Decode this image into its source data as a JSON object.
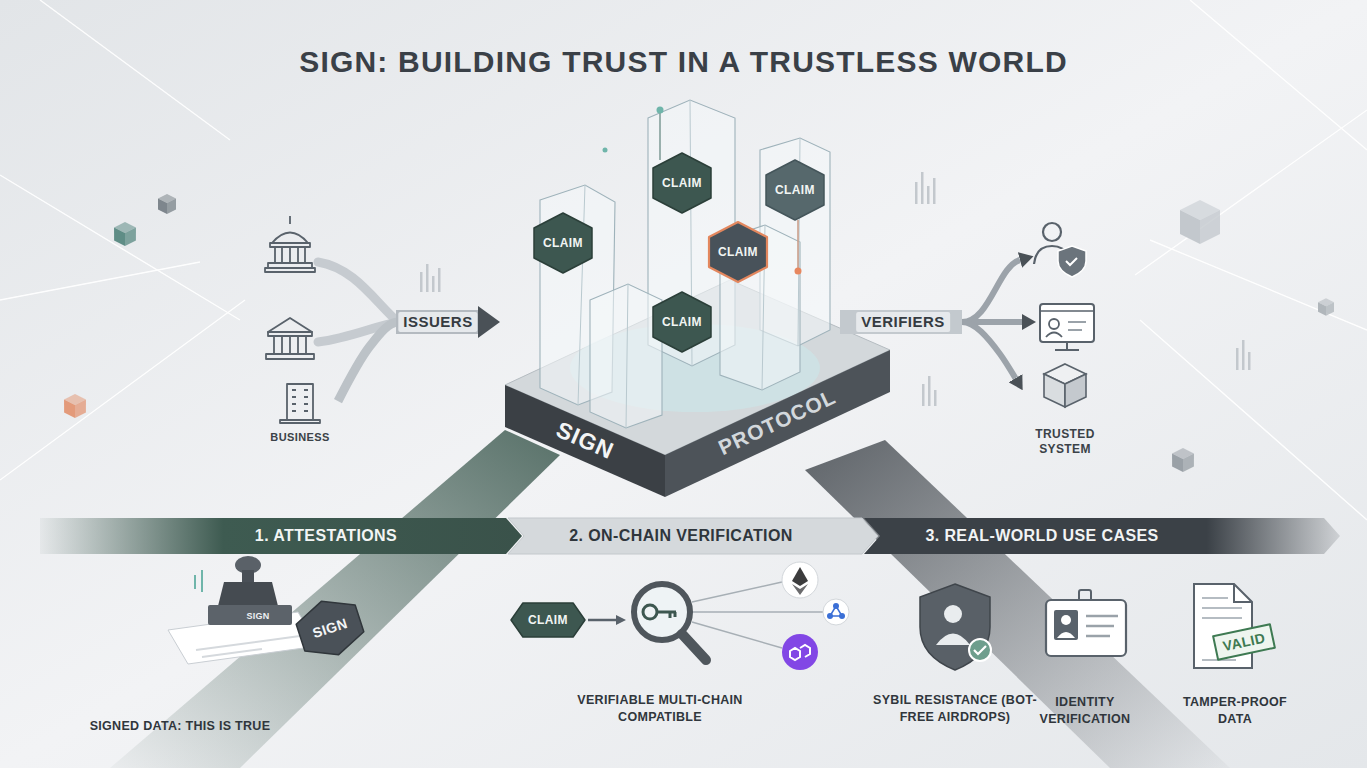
{
  "diagram": {
    "title": "SIGN: BUILDING TRUST IN A TRUSTLESS WORLD",
    "nodes": [
      {
        "text": [
          "BUSINESS"
        ]
      },
      {
        "text": [
          "SIGN",
          "PROTOCOL"
        ]
      },
      {
        "text": [
          "CLAIM"
        ],
        "in": 1
      },
      {
        "text": [
          "CLAIM"
        ],
        "in": 1
      },
      {
        "text": [
          "CLAIM"
        ],
        "in": 1
      },
      {
        "text": [
          "CLAIM"
        ],
        "in": 1
      },
      {
        "text": [
          "CLAIM"
        ],
        "in": 1
      },
      {
        "text": [
          "TRUSTED SYSTEM"
        ]
      },
      {
        "text": [
          "1. ATTESTATIONS"
        ]
      },
      {
        "text": [
          "2. ON-CHAIN VERIFICATION"
        ]
      },
      {
        "text": [
          "3. REAL-WORLD USE CASES"
        ]
      },
      {
        "text": [
          "SIGN"
        ]
      },
      {
        "text": [
          "CLAIM"
        ]
      },
      {
        "text": [
          "VALID"
        ]
      }
    ],
    "edges": [
      {
        "from": 0,
        "to": 1,
        "label": "ISSUERS",
        "arrow": "to"
      },
      {
        "from": 1,
        "to": 7,
        "label": "VERIFIERS",
        "arrow": "to"
      }
    ],
    "labels": [
      "SIGN",
      "SIGNED DATA: THIS IS TRUE",
      "VERIFIABLE MULTI-CHAIN COMPATIBLE",
      "SYBIL RESISTANCE (BOT-FREE AIRDROPS)",
      "IDENTITY VERIFICATION",
      "TAMPER-PROOF DATA"
    ]
  }
}
